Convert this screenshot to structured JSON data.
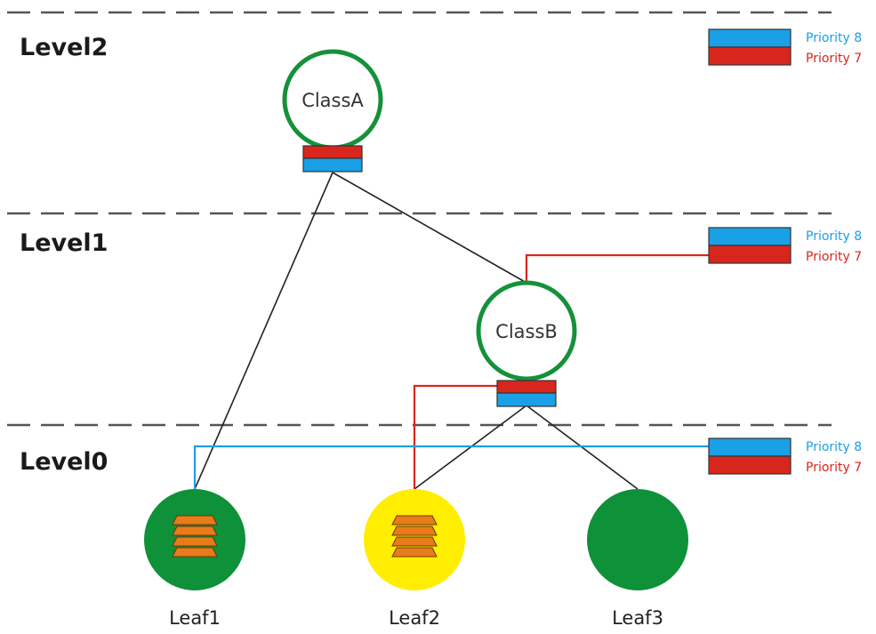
{
  "colors": {
    "priority8": "#1aa0e6",
    "priority7": "#d9261c",
    "class_ring": "#15913a",
    "leaf_green": "#0e9138",
    "leaf_yellow": "#ffee00",
    "queue_orange": "#e87b1a",
    "dash_line": "#555555",
    "edge": "#222222"
  },
  "levels": [
    "Level2",
    "Level1",
    "Level0"
  ],
  "classes": [
    "ClassA",
    "ClassB"
  ],
  "leaves": [
    "Leaf1",
    "Leaf2",
    "Leaf3"
  ],
  "legend": {
    "priority_high": "Priority 8",
    "priority_low": "Priority 7"
  }
}
